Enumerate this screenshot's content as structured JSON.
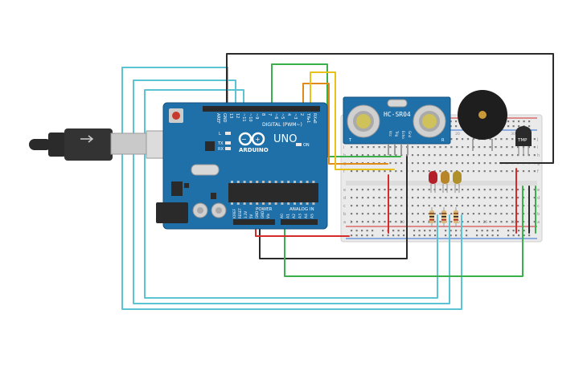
{
  "arduino": {
    "logo_text": "ARDUINO",
    "model": "UNO",
    "digital_header": "DIGITAL (PWM~)",
    "power_label": "POWER",
    "analog_label": "ANALOG IN",
    "on_label": "ON",
    "l_label": "L",
    "tx_label": "TX",
    "rx_label": "RX",
    "digital_pins": [
      "AREF",
      "GND",
      "13",
      "12",
      "~11",
      "~10",
      "~9",
      "8",
      "7",
      "~6",
      "~5",
      "4",
      "~3",
      "2",
      "TX▸1",
      "RX◂0"
    ],
    "power_pins": [
      "IOREF",
      "RESET",
      "3.3V",
      "5V",
      "GND",
      "GND",
      "Vin"
    ],
    "analog_pins": [
      "A0",
      "A1",
      "A2",
      "A3",
      "A4",
      "A5"
    ]
  },
  "ultrasonic": {
    "model": "HC-SR04",
    "pins": [
      "Vcc",
      "Trig",
      "Echo",
      "Gnd"
    ],
    "mark_left": "T",
    "mark_right": "R"
  },
  "temp_sensor": {
    "label": "TMP"
  },
  "breadboard": {
    "row_letters_top": [
      "j",
      "i",
      "h",
      "g",
      "f"
    ],
    "row_letters_bottom": [
      "e",
      "d",
      "c",
      "b",
      "a"
    ],
    "column_numbers": [
      "1",
      "5",
      "10",
      "15",
      "20",
      "25",
      "30"
    ]
  },
  "colors": {
    "board": "#1f6fa8",
    "wire_cyan": "#5bc3d1",
    "wire_black": "#2b2b2b",
    "wire_green": "#3ab04a",
    "wire_red": "#d42b2b",
    "wire_orange": "#e08a1a",
    "wire_yellow": "#e8c21a",
    "led_red": "#b4202a",
    "led_amber": "#b8862a",
    "led_yellow": "#b0902a"
  }
}
